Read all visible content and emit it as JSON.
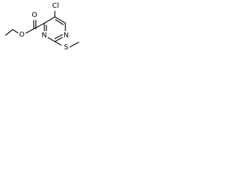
{
  "structure": {
    "atom_labels": {
      "chlorine": "Cl",
      "ester_carbonyl_oxygen": "O",
      "ester_ether_oxygen": "O",
      "ring_nitrogen_1": "N",
      "ring_nitrogen_2": "N",
      "sulfur": "S"
    }
  },
  "colors": {
    "bond": "#000000",
    "text": "#000000",
    "background": "#ffffff"
  }
}
